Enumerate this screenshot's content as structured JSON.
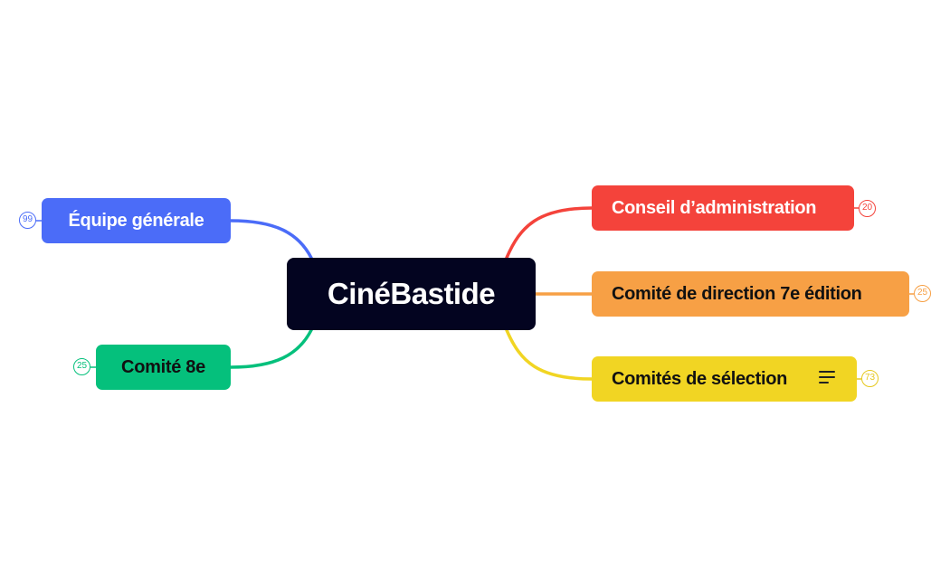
{
  "mindmap": {
    "root": {
      "label": "CinéBastide"
    },
    "branches": {
      "conseil": {
        "label": "Conseil d’administration",
        "count": "20",
        "color": "#f4433b"
      },
      "direction": {
        "label": "Comité de direction 7e édition",
        "count": "25",
        "color": "#f7a045"
      },
      "selection": {
        "label": "Comités de sélection",
        "count": "73",
        "color": "#f1d523",
        "icon": "notes-icon"
      },
      "equipe": {
        "label": "Équipe générale",
        "count": "99",
        "color": "#4b6cf8"
      },
      "comite8": {
        "label": "Comité 8e",
        "count": "25",
        "color": "#05c07c"
      }
    }
  }
}
